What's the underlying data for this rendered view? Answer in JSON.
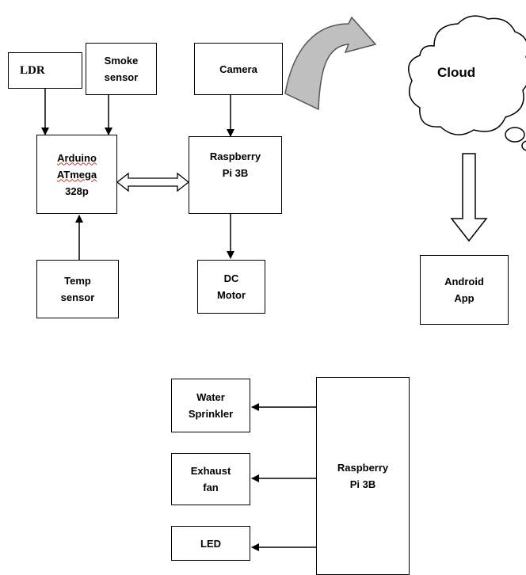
{
  "blocks": {
    "ldr": "LDR",
    "smoke": "Smoke\nsensor",
    "camera": "Camera",
    "arduino_line1": "Arduino",
    "arduino_line2": "ATmega",
    "arduino_line3": "328p",
    "raspberry_top": "Raspberry\nPi 3B",
    "temp": "Temp\nsensor",
    "dc_motor": "DC\nMotor",
    "cloud": "Cloud",
    "android": "Android\nApp",
    "water": "Water\nSprinkler",
    "exhaust": "Exhaust\nfan",
    "led": "LED",
    "raspberry_bottom": "Raspberry\nPi 3B"
  }
}
